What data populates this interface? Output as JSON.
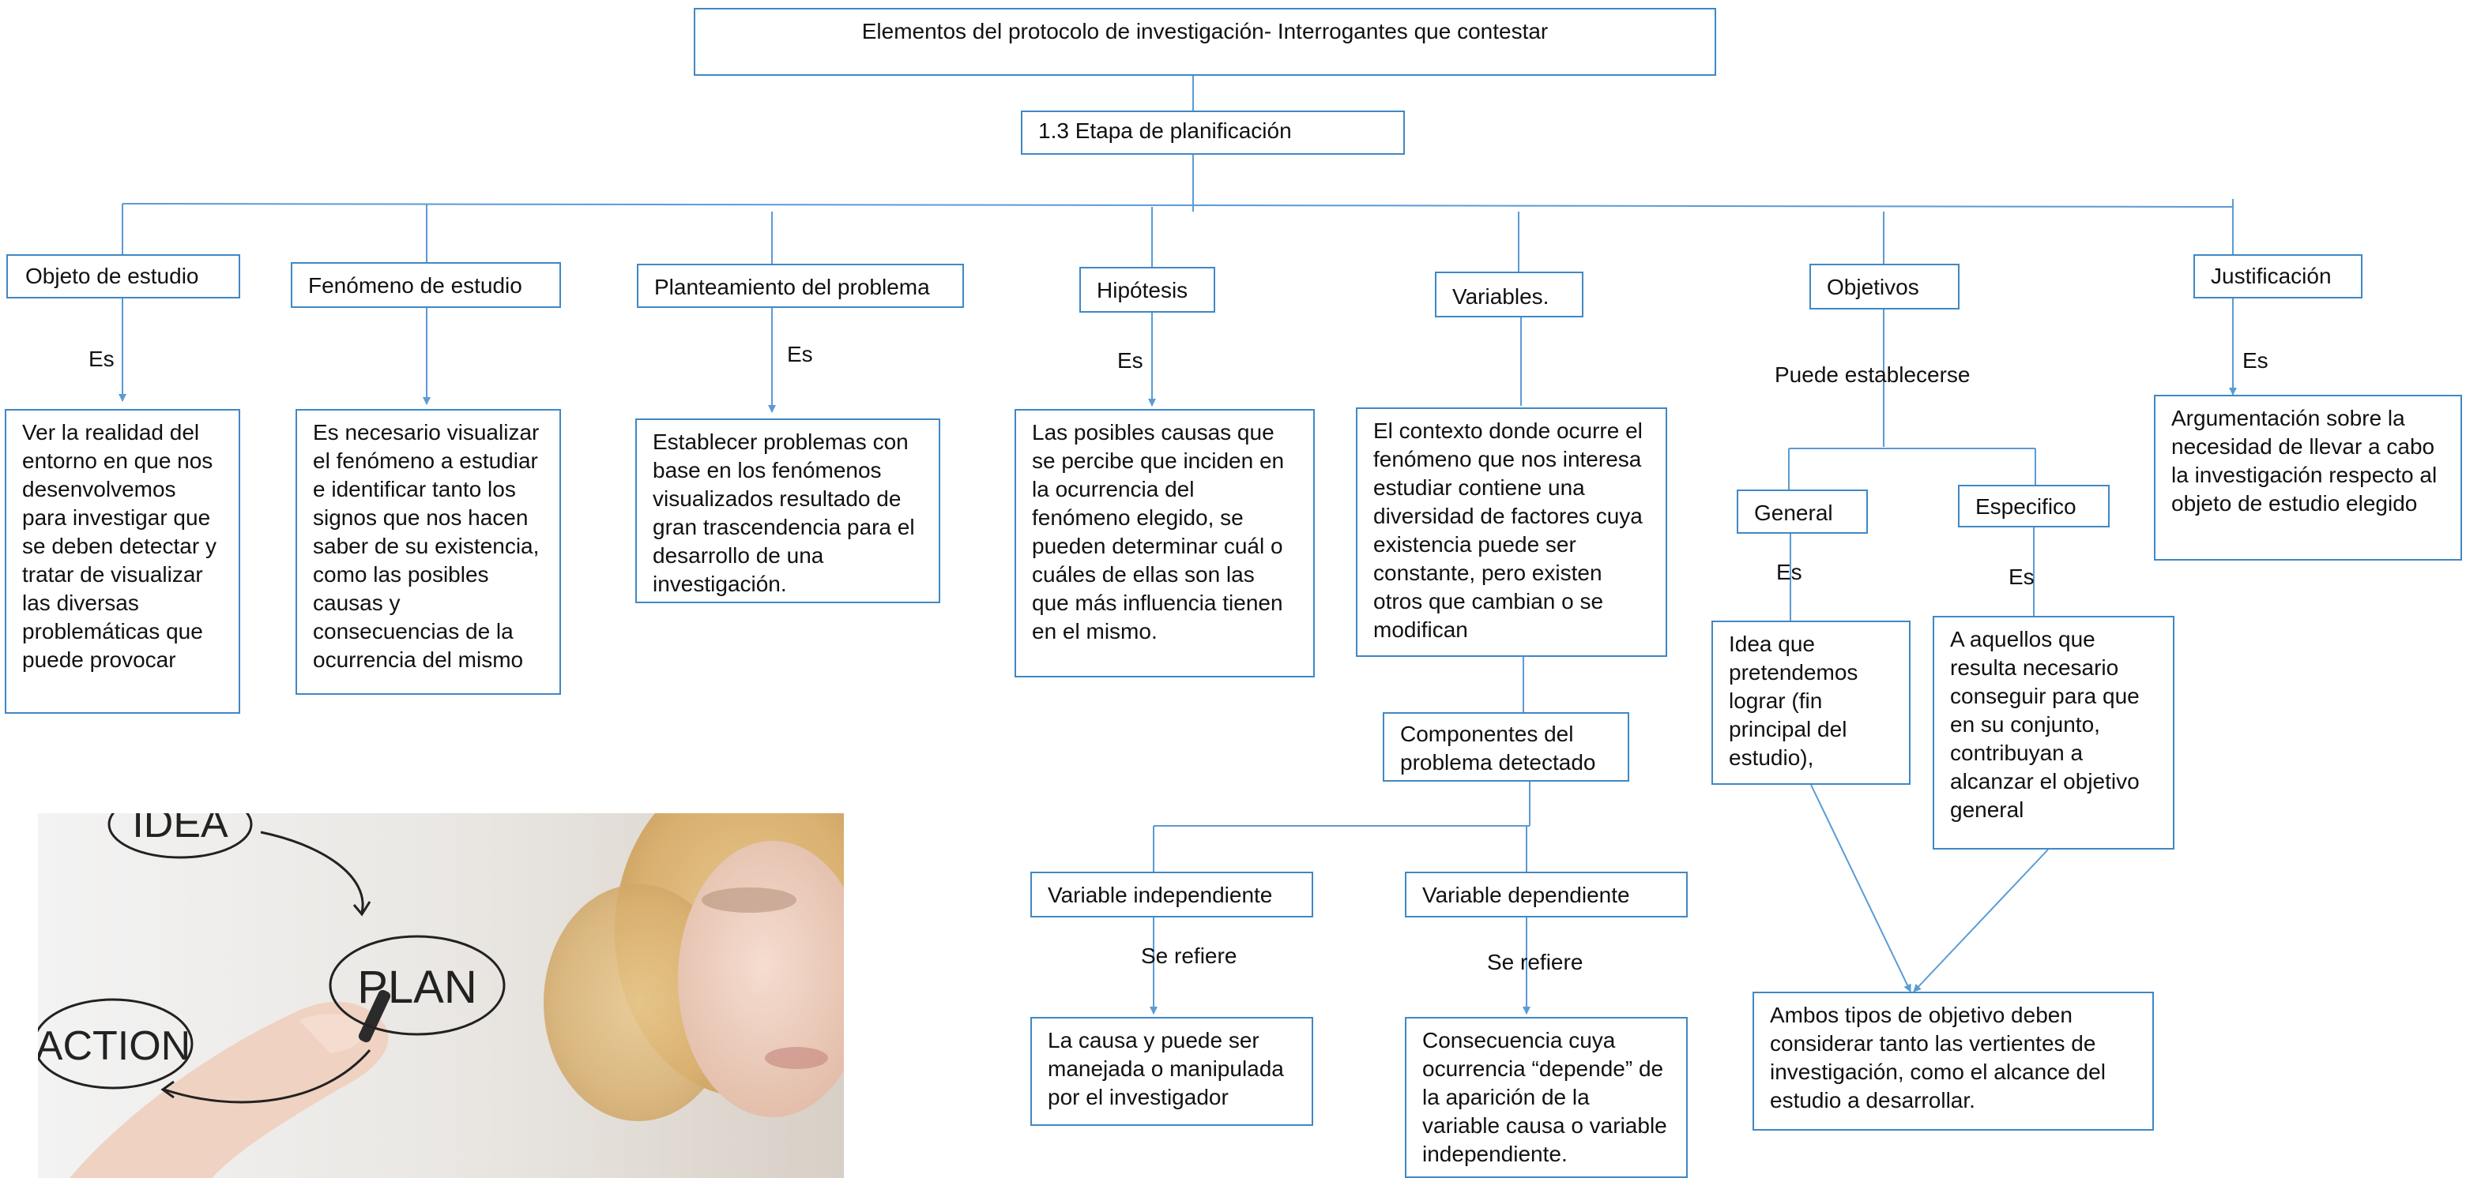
{
  "title": "Elementos del protocolo de investigación- Interrogantes que contestar",
  "stage": "1.3 Etapa de planificación",
  "branches": {
    "objeto": {
      "head": "Objeto de estudio",
      "link": "Es",
      "body": "Ver la realidad del entorno en que nos desenvolvemos para investigar que se deben detectar y tratar de visualizar las diversas problemáticas  que puede provocar"
    },
    "fenomeno": {
      "head": "Fenómeno de estudio",
      "body": "Es necesario visualizar el fenómeno a estudiar e identificar tanto los signos que nos hacen saber de su existencia, como las posibles causas y consecuencias de la ocurrencia del mismo"
    },
    "planteamiento": {
      "head": "Planteamiento del problema",
      "link": "Es",
      "body": "Establecer problemas con base en los fenómenos visualizados resultado  de gran trascendencia para el desarrollo de una investigación."
    },
    "hipotesis": {
      "head": "Hipótesis",
      "link": "Es",
      "body": "Las posibles causas que se percibe que inciden en la ocurrencia del fenómeno elegido, se pueden determinar cuál o cuáles de ellas son las que más influencia tienen en el mismo."
    },
    "variables": {
      "head": "Variables.",
      "body": "El contexto donde ocurre el fenómeno que nos interesa estudiar contiene una diversidad de factores cuya existencia puede ser constante, pero existen otros que cambian o se modifican",
      "componentes": "Componentes del problema detectado",
      "independiente": {
        "head": "Variable independiente",
        "link": "Se refiere",
        "body": "La causa y puede ser manejada o manipulada por el investigador"
      },
      "dependiente": {
        "head": "Variable dependiente",
        "link": "Se refiere",
        "body": "Consecuencia cuya ocurrencia “depende” de la aparición de la variable causa o variable independiente."
      }
    },
    "objetivos": {
      "head": "Objetivos",
      "link": "Puede establecerse",
      "general": {
        "head": "General",
        "link": "Es",
        "body": "Idea que pretendemos lograr (fin principal del estudio),"
      },
      "especifico": {
        "head": "Especifico",
        "link": "Es",
        "body": "A aquellos que resulta necesario conseguir para que en su conjunto, contribuyan a alcanzar el objetivo general"
      },
      "ambos": "Ambos tipos de objetivo deben considerar tanto las vertientes de investigación, como el alcance del estudio a desarrollar."
    },
    "justificacion": {
      "head": "Justificación",
      "link": "Es",
      "body": "Argumentación sobre la necesidad de llevar a cabo la investigación respecto al objeto de estudio elegido"
    }
  },
  "photo_words": {
    "idea": "IDEA",
    "plan": "PLAN",
    "action": "ACTION"
  },
  "colors": {
    "line": "#5b9bd5",
    "border": "#3f88c5",
    "text": "#111111"
  }
}
